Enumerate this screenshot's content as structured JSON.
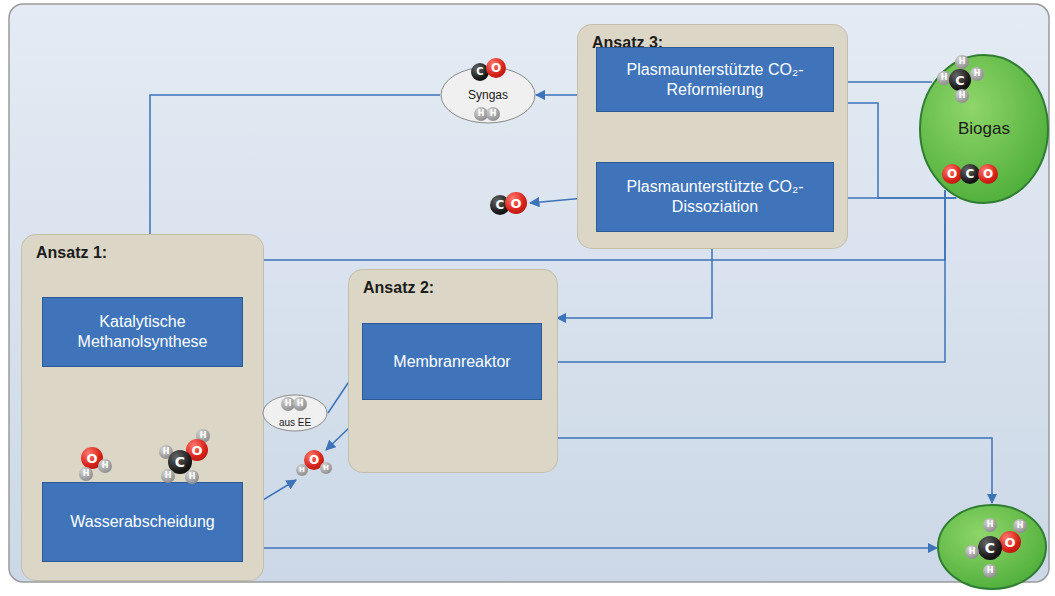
{
  "diagram": {
    "nodes": [
      {
        "text": [
          "Ansatz 3:"
        ]
      },
      {
        "text": [
          "Plasmaunterstützte CO₂-Reformierung"
        ],
        "in": 0
      },
      {
        "text": [
          "Plasmaunterstützte CO₂-Dissoziation"
        ],
        "in": 0
      },
      {
        "text": [
          "Biogas"
        ]
      },
      {
        "text": [
          "Syngas"
        ]
      },
      {
        "text": [
          "Ansatz 1:"
        ]
      },
      {
        "text": [
          "Katalytische Methanolsynthese"
        ],
        "in": 5
      },
      {
        "text": [
          "Wasserabscheidung"
        ],
        "in": 5
      },
      {
        "text": [
          "Ansatz 2:"
        ]
      },
      {
        "text": [
          "Membranreaktor"
        ],
        "in": 8
      },
      {
        "text": [
          "aus EE"
        ]
      }
    ],
    "edges": [
      {
        "from": 3,
        "to": 1,
        "arrow": "to"
      },
      {
        "from": 3,
        "to": 1,
        "arrow": "to"
      },
      {
        "from": 3,
        "to": 2,
        "arrow": "to"
      },
      {
        "from": 1,
        "to": 4,
        "arrow": "to"
      },
      {
        "from": 4,
        "to": 6,
        "arrow": "to"
      },
      {
        "from": 3,
        "to": 6,
        "arrow": "to"
      },
      {
        "from": 3,
        "to": 9,
        "arrow": "to"
      },
      {
        "from": 0,
        "to": 8,
        "arrow": "to"
      },
      {
        "from": 10,
        "to": 6,
        "arrow": "to"
      },
      {
        "from": 10,
        "to": 9,
        "arrow": "to"
      },
      {
        "from": 6,
        "to": 7,
        "arrow": "to"
      }
    ],
    "labels": [
      "C",
      "O",
      "H",
      "H",
      "C",
      "H",
      "H",
      "H",
      "H",
      "O",
      "C",
      "O",
      "C",
      "O",
      "H",
      "H",
      "H",
      "O",
      "H",
      "C",
      "H",
      "H",
      "O",
      "H",
      "H",
      "O",
      "H",
      "H",
      "H",
      "H",
      "O",
      "C",
      "H",
      "H"
    ]
  }
}
